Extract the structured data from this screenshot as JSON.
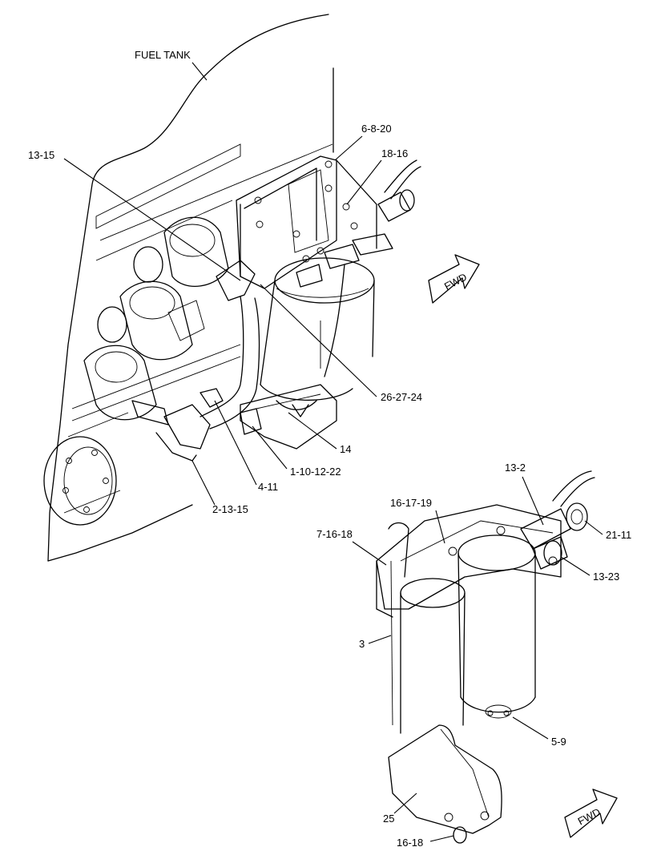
{
  "region_label": "FUEL TANK",
  "fwd_arrows": [
    "FWD",
    "FWD"
  ],
  "callouts": {
    "c6_8_20": "6-8-20",
    "c18_16": "18-16",
    "c13_15_top": "13-15",
    "c26_27_24": "26-27-24",
    "c14": "14",
    "c1_10_12_22": "1-10-12-22",
    "c4_11": "4-11",
    "c2_13_15": "2-13-15",
    "c13_2": "13-2",
    "c16_17_19": "16-17-19",
    "c21_11": "21-11",
    "c7_16_18": "7-16-18",
    "c13_23": "13-23",
    "c3": "3",
    "c5_9": "5-9",
    "c25": "25",
    "c16_18": "16-18"
  }
}
